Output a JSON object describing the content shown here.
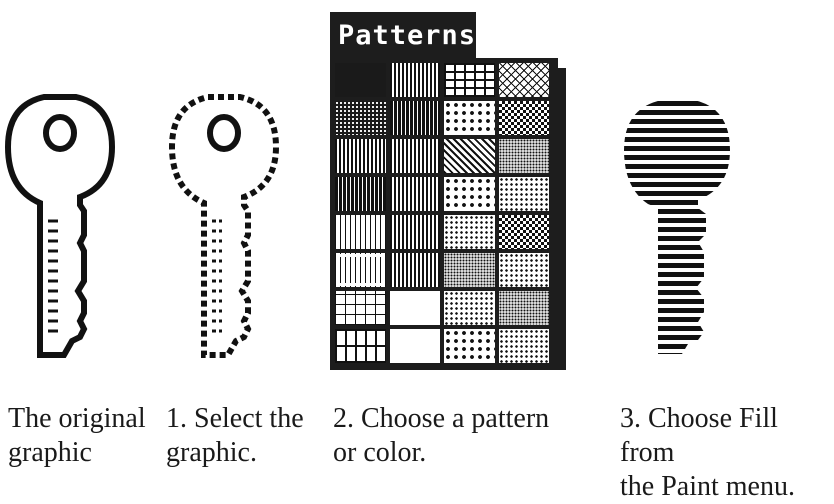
{
  "captions": [
    "The original\ngraphic",
    "1. Select the\ngraphic.",
    "2. Choose a pattern\nor color.",
    "3. Choose Fill from\nthe Paint menu."
  ],
  "palette": {
    "title": "Patterns",
    "selected_index": 20,
    "swatches": [
      "p-black",
      "p-vlines",
      "p-brick",
      "p-crosshatch",
      "p-dark-dots",
      "p-vlines-dense",
      "p-dots-big",
      "p-check",
      "p-vlines",
      "p-vlines",
      "p-diag",
      "p-dots-dense",
      "p-vlines-dense",
      "p-vlines",
      "p-dots-big",
      "p-dots",
      "p-vlines-sparse",
      "p-vlines",
      "p-dots",
      "p-check",
      "p-vlines-sparse",
      "p-vlines",
      "p-dots-dense",
      "p-dots",
      "p-grid",
      "p-white",
      "p-dots",
      "p-dots-dense",
      "p-grid-tall",
      "p-white",
      "p-dots-big",
      "p-dots"
    ]
  },
  "icons": [
    "key-outline-icon",
    "key-selected-icon",
    "key-filled-icon"
  ]
}
